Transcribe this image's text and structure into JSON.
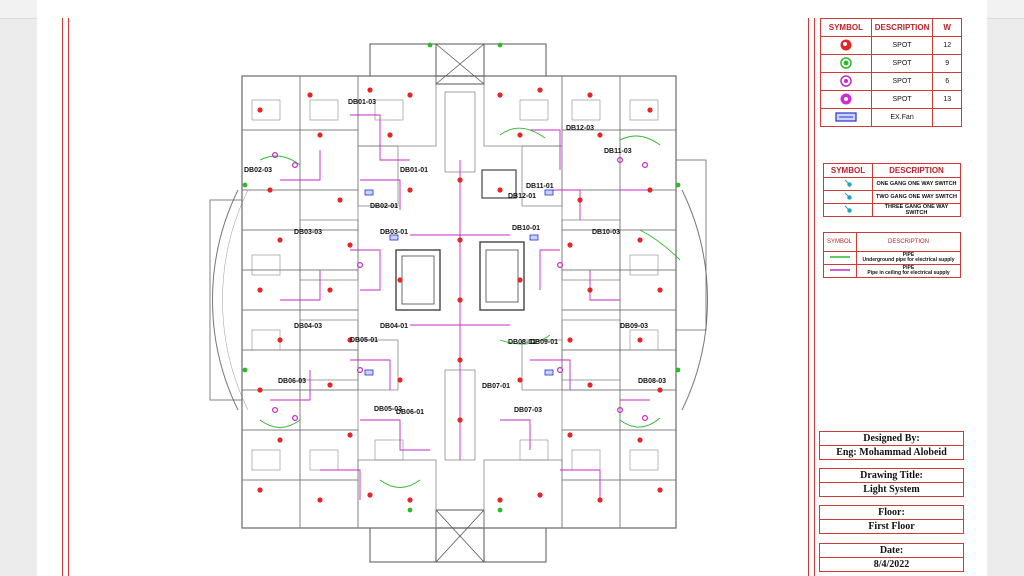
{
  "legend_lights": {
    "headers": [
      "SYMBOL",
      "DESCRIPTION",
      "W"
    ],
    "rows": [
      {
        "icon": "red-spot-icon",
        "color": "#e32626",
        "description": "SPOT",
        "w": "12"
      },
      {
        "icon": "green-spot-icon",
        "color": "#2eb82e",
        "description": "SPOT",
        "w": "9"
      },
      {
        "icon": "magenta-spot-icon",
        "color": "#c428c4",
        "description": "SPOT",
        "w": "6"
      },
      {
        "icon": "magenta-spot-icon",
        "color": "#d22bd2",
        "description": "SPOT",
        "w": "13"
      },
      {
        "icon": "exhaust-fan-icon",
        "color": "#2233cc",
        "description": "EX.Fan",
        "w": ""
      }
    ]
  },
  "legend_switches": {
    "headers": [
      "SYMBOL",
      "DESCRIPTION"
    ],
    "rows": [
      {
        "icon": "switch-icon",
        "description": "ONE GANG ONE WAY SWITCH"
      },
      {
        "icon": "switch-icon",
        "description": "TWO GANG ONE WAY SWITCH"
      },
      {
        "icon": "switch-icon",
        "description": "THREE GANG ONE WAY SWITCH"
      }
    ]
  },
  "legend_pipes": {
    "headers": [
      "SYMBOL",
      "DESCRIPTION"
    ],
    "rows": [
      {
        "icon": "green-pipe-line",
        "color": "#2eb82e",
        "tag": "PIPE",
        "description": "Underground pipe for electrical supply"
      },
      {
        "icon": "magenta-pipe-line",
        "color": "#c428c4",
        "tag": "PIPE",
        "description": "Pipe in ceiling for electrical supply"
      }
    ]
  },
  "title_block": {
    "designed_by_label": "Designed By:",
    "designed_by_value": "Eng: Mohammad Alobeid",
    "drawing_title_label": "Drawing Title:",
    "drawing_title_value": "Light System",
    "floor_label": "Floor:",
    "floor_value": "First Floor",
    "date_label": "Date:",
    "date_value": "8/4/2022"
  },
  "panel_labels": [
    "DB01-03",
    "DB02-03",
    "DB01-01",
    "DB02-01",
    "DB03-03",
    "DB03-01",
    "DB04-03",
    "DB04-01",
    "DB05-01",
    "DB06-03",
    "DB06-01",
    "DB05-03",
    "DB07-01",
    "DB07-03",
    "DB08-01",
    "DB08-03",
    "DB09-01",
    "DB09-03",
    "DB10-01",
    "DB10-03",
    "DB11-01",
    "DB11-03",
    "DB12-01",
    "DB12-03"
  ],
  "colors": {
    "border": "#d23a3a",
    "plan_line": "#555555",
    "spot_red": "#e32626",
    "pipe_green": "#2eb82e",
    "pipe_magenta": "#c428c4"
  }
}
